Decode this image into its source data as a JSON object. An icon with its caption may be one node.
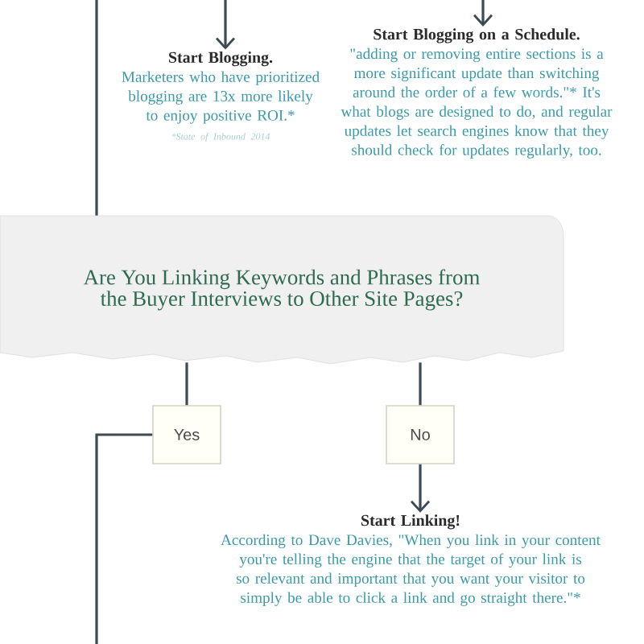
{
  "diagram": {
    "nodes": [
      {
        "text": [
          "Start Blogging.",
          "Marketers who have prioritized blogging are 13x more likely to enjoy positive ROI.*",
          "*State of Inbound 2014"
        ]
      },
      {
        "text": [
          "Start Blogging on a Schedule.",
          "\"adding or removing entire sections is a more significant update than switching around the order of a few words.\"* It's what blogs are designed to do, and regular updates let search engines know that they should check for updates regularly, too."
        ]
      },
      {
        "text": [
          "Are You Linking Keywords and Phrases from the Buyer Interviews to Other Site Pages?"
        ]
      },
      {
        "text": [
          "Yes"
        ]
      },
      {
        "text": [
          "No"
        ]
      },
      {
        "text": [
          "Start Linking!",
          "According to Dave Davies, \"When you link in your content you're telling the engine that the target of your link is so relevant and important that you want your visitor to simply be able to click a link and go straight there.\"*"
        ]
      }
    ],
    "edges": [
      {
        "from": null,
        "to": 0,
        "arrow": "to"
      },
      {
        "from": null,
        "to": 1,
        "arrow": "to"
      },
      {
        "from": 2,
        "to": 3,
        "arrow": "none"
      },
      {
        "from": 2,
        "to": 4,
        "arrow": "none"
      },
      {
        "from": 4,
        "to": 5,
        "arrow": "to"
      },
      {
        "from": 3,
        "to": null,
        "arrow": "none"
      }
    ]
  }
}
